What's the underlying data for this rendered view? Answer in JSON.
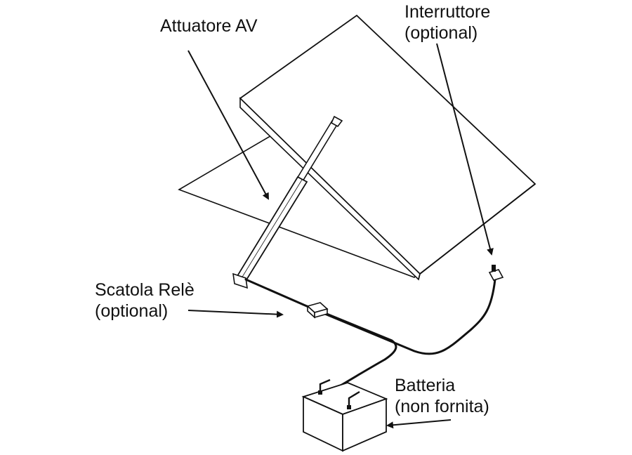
{
  "labels": {
    "actuator": [
      "Attuatore AV"
    ],
    "switch": [
      "Interruttore",
      "(optional)"
    ],
    "relay": [
      "Scatola Relè",
      "(optional)"
    ],
    "battery": [
      "Batteria",
      "(non fornita)"
    ]
  }
}
